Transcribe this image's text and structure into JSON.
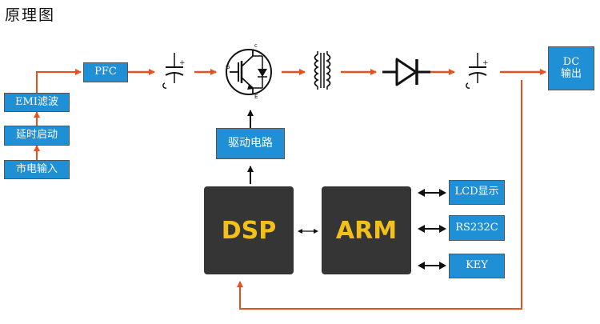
{
  "title": "原理图",
  "blocks": {
    "emi_filter": "EMI滤波",
    "delay_start": "延时启动",
    "mains_input": "市电输入",
    "pfc": "PFC",
    "driver": "驱动电路",
    "dc_output": "DC\n输出",
    "dsp": "DSP",
    "arm": "ARM",
    "lcd": "LCD显示",
    "rs232c": "RS232C",
    "key": "KEY"
  },
  "symbols": {
    "cap_plus": "+",
    "igbt_c": "c",
    "igbt_e": "E",
    "igbt_g": "G"
  },
  "colors": {
    "block_fill": "#1f8fd6",
    "arrow": "#e8501e",
    "chip_fill": "#353535",
    "chip_text": "#f2c018"
  }
}
